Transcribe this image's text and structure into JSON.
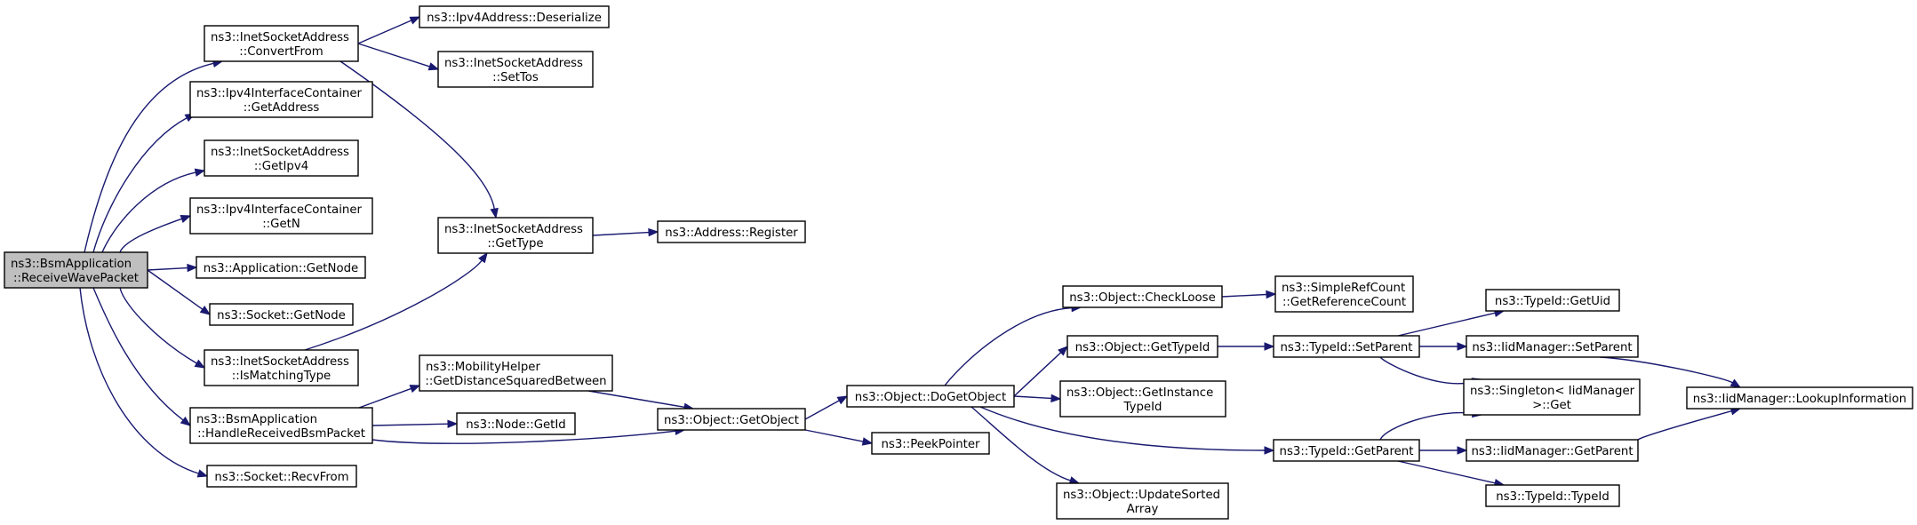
{
  "diagram": {
    "edge_color": "#191970",
    "root_fill": "#bfbfbf",
    "nodes": [
      {
        "id": "n_root",
        "lines": [
          "ns3::BsmApplication",
          "::ReceiveWavePacket"
        ],
        "root": true
      },
      {
        "id": "n_convertfrom",
        "lines": [
          "ns3::InetSocketAddress",
          "::ConvertFrom"
        ]
      },
      {
        "id": "n_ipv4cont_getaddress",
        "lines": [
          "ns3::Ipv4InterfaceContainer",
          "::GetAddress"
        ]
      },
      {
        "id": "n_inet_getipv4",
        "lines": [
          "ns3::InetSocketAddress",
          "::GetIpv4"
        ]
      },
      {
        "id": "n_ipv4cont_getn",
        "lines": [
          "ns3::Ipv4InterfaceContainer",
          "::GetN"
        ]
      },
      {
        "id": "n_app_getnode",
        "lines": [
          "ns3::Application::GetNode"
        ]
      },
      {
        "id": "n_socket_getnode",
        "lines": [
          "ns3::Socket::GetNode"
        ]
      },
      {
        "id": "n_ismatchingtype",
        "lines": [
          "ns3::InetSocketAddress",
          "::IsMatchingType"
        ]
      },
      {
        "id": "n_handlebsm",
        "lines": [
          "ns3::BsmApplication",
          "::HandleReceivedBsmPacket"
        ]
      },
      {
        "id": "n_recvfrom",
        "lines": [
          "ns3::Socket::RecvFrom"
        ]
      },
      {
        "id": "n_deserialize",
        "lines": [
          "ns3::Ipv4Address::Deserialize"
        ]
      },
      {
        "id": "n_settos",
        "lines": [
          "ns3::InetSocketAddress",
          "::SetTos"
        ]
      },
      {
        "id": "n_gettype",
        "lines": [
          "ns3::InetSocketAddress",
          "::GetType"
        ]
      },
      {
        "id": "n_register",
        "lines": [
          "ns3::Address::Register"
        ]
      },
      {
        "id": "n_mobility",
        "lines": [
          "ns3::MobilityHelper",
          "::GetDistanceSquaredBetween"
        ]
      },
      {
        "id": "n_node_getid",
        "lines": [
          "ns3::Node::GetId"
        ]
      },
      {
        "id": "n_getobject",
        "lines": [
          "ns3::Object::GetObject"
        ]
      },
      {
        "id": "n_dogetobject",
        "lines": [
          "ns3::Object::DoGetObject"
        ]
      },
      {
        "id": "n_peekpointer",
        "lines": [
          "ns3::PeekPointer"
        ]
      },
      {
        "id": "n_checkloose",
        "lines": [
          "ns3::Object::CheckLoose"
        ]
      },
      {
        "id": "n_obj_gettypeid",
        "lines": [
          "ns3::Object::GetTypeId"
        ]
      },
      {
        "id": "n_getinstancetypeid",
        "lines": [
          "ns3::Object::GetInstance",
          "TypeId"
        ]
      },
      {
        "id": "n_updatesorted",
        "lines": [
          "ns3::Object::UpdateSorted",
          "Array"
        ]
      },
      {
        "id": "n_getrefcount",
        "lines": [
          "ns3::SimpleRefCount",
          "::GetReferenceCount"
        ]
      },
      {
        "id": "n_setparent",
        "lines": [
          "ns3::TypeId::SetParent"
        ]
      },
      {
        "id": "n_getparent",
        "lines": [
          "ns3::TypeId::GetParent"
        ]
      },
      {
        "id": "n_getuid",
        "lines": [
          "ns3::TypeId::GetUid"
        ]
      },
      {
        "id": "n_iid_setparent",
        "lines": [
          "ns3::IidManager::SetParent"
        ]
      },
      {
        "id": "n_singleton_get",
        "lines": [
          "ns3::Singleton< IidManager",
          " >::Get"
        ]
      },
      {
        "id": "n_iid_getparent",
        "lines": [
          "ns3::IidManager::GetParent"
        ]
      },
      {
        "id": "n_typeid_typeid",
        "lines": [
          "ns3::TypeId::TypeId"
        ]
      },
      {
        "id": "n_lookupinfo",
        "lines": [
          "ns3::IidManager::LookupInformation"
        ]
      }
    ],
    "edges": [
      {
        "from": "n_root",
        "to": "n_convertfrom"
      },
      {
        "from": "n_root",
        "to": "n_ipv4cont_getaddress"
      },
      {
        "from": "n_root",
        "to": "n_inet_getipv4"
      },
      {
        "from": "n_root",
        "to": "n_ipv4cont_getn"
      },
      {
        "from": "n_root",
        "to": "n_app_getnode"
      },
      {
        "from": "n_root",
        "to": "n_socket_getnode"
      },
      {
        "from": "n_root",
        "to": "n_ismatchingtype"
      },
      {
        "from": "n_root",
        "to": "n_handlebsm"
      },
      {
        "from": "n_root",
        "to": "n_recvfrom"
      },
      {
        "from": "n_convertfrom",
        "to": "n_deserialize"
      },
      {
        "from": "n_convertfrom",
        "to": "n_settos"
      },
      {
        "from": "n_convertfrom",
        "to": "n_gettype"
      },
      {
        "from": "n_ismatchingtype",
        "to": "n_gettype"
      },
      {
        "from": "n_gettype",
        "to": "n_register"
      },
      {
        "from": "n_handlebsm",
        "to": "n_mobility"
      },
      {
        "from": "n_handlebsm",
        "to": "n_node_getid"
      },
      {
        "from": "n_handlebsm",
        "to": "n_getobject"
      },
      {
        "from": "n_mobility",
        "to": "n_getobject"
      },
      {
        "from": "n_getobject",
        "to": "n_dogetobject"
      },
      {
        "from": "n_getobject",
        "to": "n_peekpointer"
      },
      {
        "from": "n_dogetobject",
        "to": "n_checkloose"
      },
      {
        "from": "n_dogetobject",
        "to": "n_obj_gettypeid"
      },
      {
        "from": "n_dogetobject",
        "to": "n_getinstancetypeid"
      },
      {
        "from": "n_dogetobject",
        "to": "n_updatesorted"
      },
      {
        "from": "n_dogetobject",
        "to": "n_getparent"
      },
      {
        "from": "n_checkloose",
        "to": "n_getrefcount"
      },
      {
        "from": "n_obj_gettypeid",
        "to": "n_setparent"
      },
      {
        "from": "n_setparent",
        "to": "n_getuid"
      },
      {
        "from": "n_setparent",
        "to": "n_iid_setparent"
      },
      {
        "from": "n_setparent",
        "to": "n_singleton_get"
      },
      {
        "from": "n_getparent",
        "to": "n_singleton_get"
      },
      {
        "from": "n_getparent",
        "to": "n_iid_getparent"
      },
      {
        "from": "n_getparent",
        "to": "n_typeid_typeid"
      },
      {
        "from": "n_iid_setparent",
        "to": "n_lookupinfo"
      },
      {
        "from": "n_iid_getparent",
        "to": "n_lookupinfo"
      }
    ]
  }
}
